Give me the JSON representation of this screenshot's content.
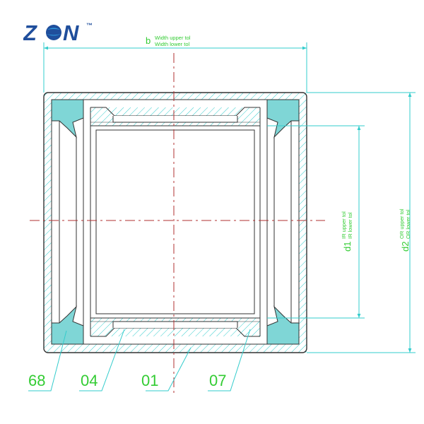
{
  "brand": {
    "logo_letters": [
      "Z",
      "O",
      "N"
    ],
    "trademark": "™",
    "primary_color": "#1f4e9c",
    "accent_color": "#2f9be0"
  },
  "dimensions": {
    "width": {
      "symbol": "b",
      "upper": "Width upper tol",
      "lower": "Width lower tol"
    },
    "inner": {
      "symbol": "d1",
      "upper": "IR upper tol",
      "lower": "IR lower tol"
    },
    "outer": {
      "symbol": "d2",
      "upper": "OR upper tol",
      "lower": "OR lower tol"
    }
  },
  "callouts": [
    "68",
    "04",
    "01",
    "07"
  ],
  "colors": {
    "outline": "#333333",
    "dimension_line": "#33cccc",
    "label": "#33cc33",
    "centerline": "#b03030",
    "seal_fill": "#7fd6d6",
    "hatch": "#33cccc"
  }
}
